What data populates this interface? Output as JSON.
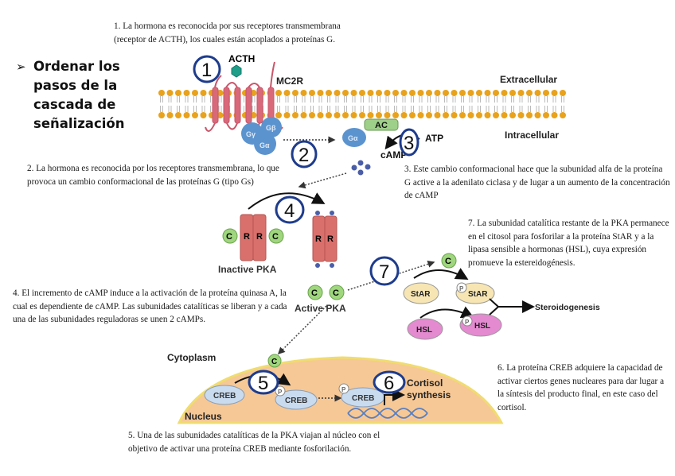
{
  "title": {
    "bullet": "➢",
    "text": "Ordenar los\npasos de la\ncascada de\nseñalización"
  },
  "notes": {
    "step1": "1. La hormona es reconocida por sus receptores transmembrana (receptor de ACTH), los cuales están acoplados a proteínas G.",
    "step2": "2. La hormona es reconocida por los receptores transmembrana, lo que provoca un cambio conformacional de las proteínas G (tipo Gs)",
    "step3": "3. Este cambio conformacional hace que la subunidad alfa de la proteína G active a la adenilato ciclasa y de lugar a un aumento de la concentración de cAMP",
    "step4": "4. El incremento de cAMP induce a la activación de la proteína quinasa A, la cual es dependiente de cAMP. Las subunidades catalíticas se liberan y a cada una de las subunidades reguladoras se unen 2 cAMPs.",
    "step5": "5. Una de las subunidades catalíticas de la PKA viajan al núcleo con el objetivo de activar una proteína CREB mediante fosforilación.",
    "step6": "6. La proteína CREB adquiere la capacidad de activar ciertos genes nucleares para dar lugar a la síntesis del producto final, en este caso del cortisol.",
    "step7": "7. La subunidad catalítica restante de la PKA permanece en el citosol para fosforilar a la proteína StAR y a la lipasa sensible a hormonas (HSL), cuya expresión promueve la estereidogénesis."
  },
  "diagram": {
    "acth": "ACTH",
    "receptor": "MC2R",
    "extracellular": "Extracellular",
    "intracellular": "Intracellular",
    "g_gamma": "Gγ",
    "g_beta": "Gβ",
    "g_alpha": "Gα",
    "g_alpha_free": "Gα",
    "ac": "AC",
    "atp": "ATP",
    "camp": "cAMP",
    "c": "C",
    "r": "R",
    "inactive_pka": "Inactive PKA",
    "active_pka": "Active PKA",
    "star": "StAR",
    "hsl": "HSL",
    "p": "P",
    "steroidogenesis": "Steroidogenesis",
    "cytoplasm": "Cytoplasm",
    "nucleus": "Nucleus",
    "creb": "CREB",
    "cortisol_line1": "Cortisol",
    "cortisol_line2": "synthesis"
  },
  "step_markers": [
    "1",
    "2",
    "3",
    "4",
    "5",
    "6",
    "7"
  ],
  "colors": {
    "membrane_head": "#e8a21c",
    "receptor": "#d9697a",
    "g_protein": "#5b93cf",
    "acth": "#1f9e8a",
    "ac": "#9fd08a",
    "pka_r": "#d9706c",
    "pka_c": "#9fd67e",
    "camp": "#4a5ea8",
    "star": "#f7e6b4",
    "hsl": "#e48ad0",
    "nucleus": "#f6c896",
    "creb": "#c9dbef",
    "marker_ring": "#1e3c8c"
  }
}
